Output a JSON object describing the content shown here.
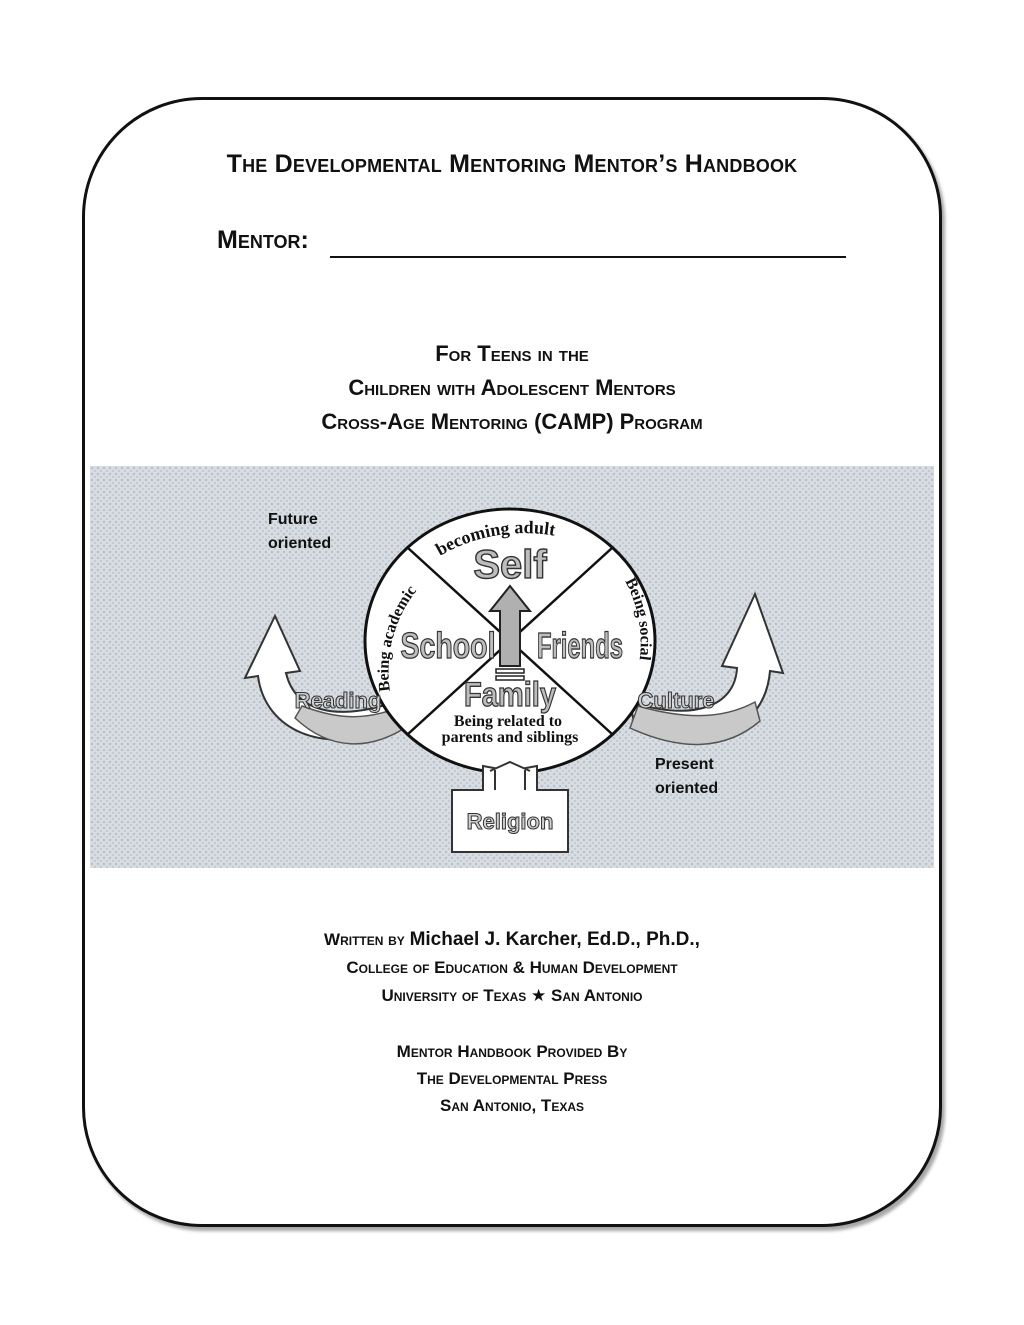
{
  "document": {
    "title": "The Developmental Mentoring Mentor’s Handbook",
    "mentor_label": "Mentor:",
    "subtitle_lines": [
      "For Teens in the",
      "Children with Adolescent Mentors",
      "Cross-Age Mentoring (CAMP) Program"
    ]
  },
  "diagram": {
    "future_label_1": "Future",
    "future_label_2": "oriented",
    "present_label_1": "Present",
    "present_label_2": "oriented",
    "quadrant_top": "Self",
    "quadrant_left": "School",
    "quadrant_right": "Friends",
    "quadrant_bottom": "Family",
    "arc_top": "becoming adult",
    "arc_left": "Being academic",
    "arc_right": "Being social",
    "arc_bottom_1": "Being related to",
    "arc_bottom_2": "parents and siblings",
    "left_arrow_label": "Reading",
    "right_arrow_label": "Culture",
    "bottom_box_label": "Religion"
  },
  "credits": {
    "written_by": "Written by",
    "author": "Michael J. Karcher, Ed.D., Ph.D.,",
    "college": "College of Education & Human Development",
    "university_1": "University of Texas",
    "star": "★",
    "university_2": "San Antonio",
    "provided_1": "Mentor Handbook Provided By",
    "provided_2": "The Developmental Press",
    "provided_3": "San Antonio, Texas"
  }
}
